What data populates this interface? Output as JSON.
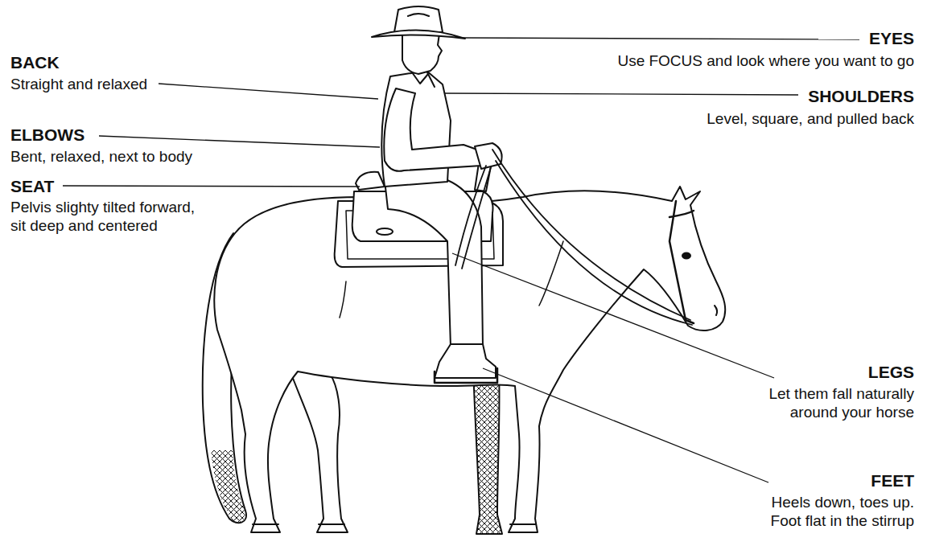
{
  "diagram": {
    "labels": [
      "BACK",
      "Straight and relaxed",
      "ELBOWS",
      "Bent, relaxed, next to body",
      "SEAT",
      "Pelvis slighty tilted forward, sit deep and centered",
      "EYES",
      "Use FOCUS and look where you want to go",
      "SHOULDERS",
      "Level, square, and pulled back",
      "LEGS",
      "Let them fall naturally around your horse",
      "FEET",
      "Heels down, toes up. Foot flat in the stirrup"
    ]
  }
}
